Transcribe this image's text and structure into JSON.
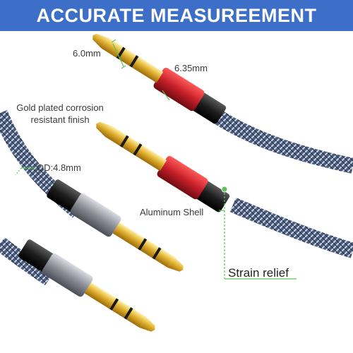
{
  "banner": {
    "title": "ACCURATE MEASUREEMENT",
    "background_color": "#3d6fc9",
    "text_color": "#ffffff"
  },
  "annotations": {
    "tip_diameter": "6.0mm",
    "plug_diameter": "6.35mm",
    "gold_finish_line1": "Gold plated corrosion",
    "gold_finish_line2": "resistant finish",
    "outer_diameter": "OD:4.8mm",
    "shell": "Aluminum Shell",
    "strain_relief": "Strain relief"
  },
  "colors": {
    "leader_line": "#5cc35c",
    "red_shell": "#c8202a",
    "gray_shell": "#8a8d96",
    "gold": "#d4a017",
    "braid": "#5a6a86"
  },
  "objects": {
    "red_plugs": 2,
    "gray_plugs": 2,
    "plug_type": "6.35mm TRS"
  }
}
